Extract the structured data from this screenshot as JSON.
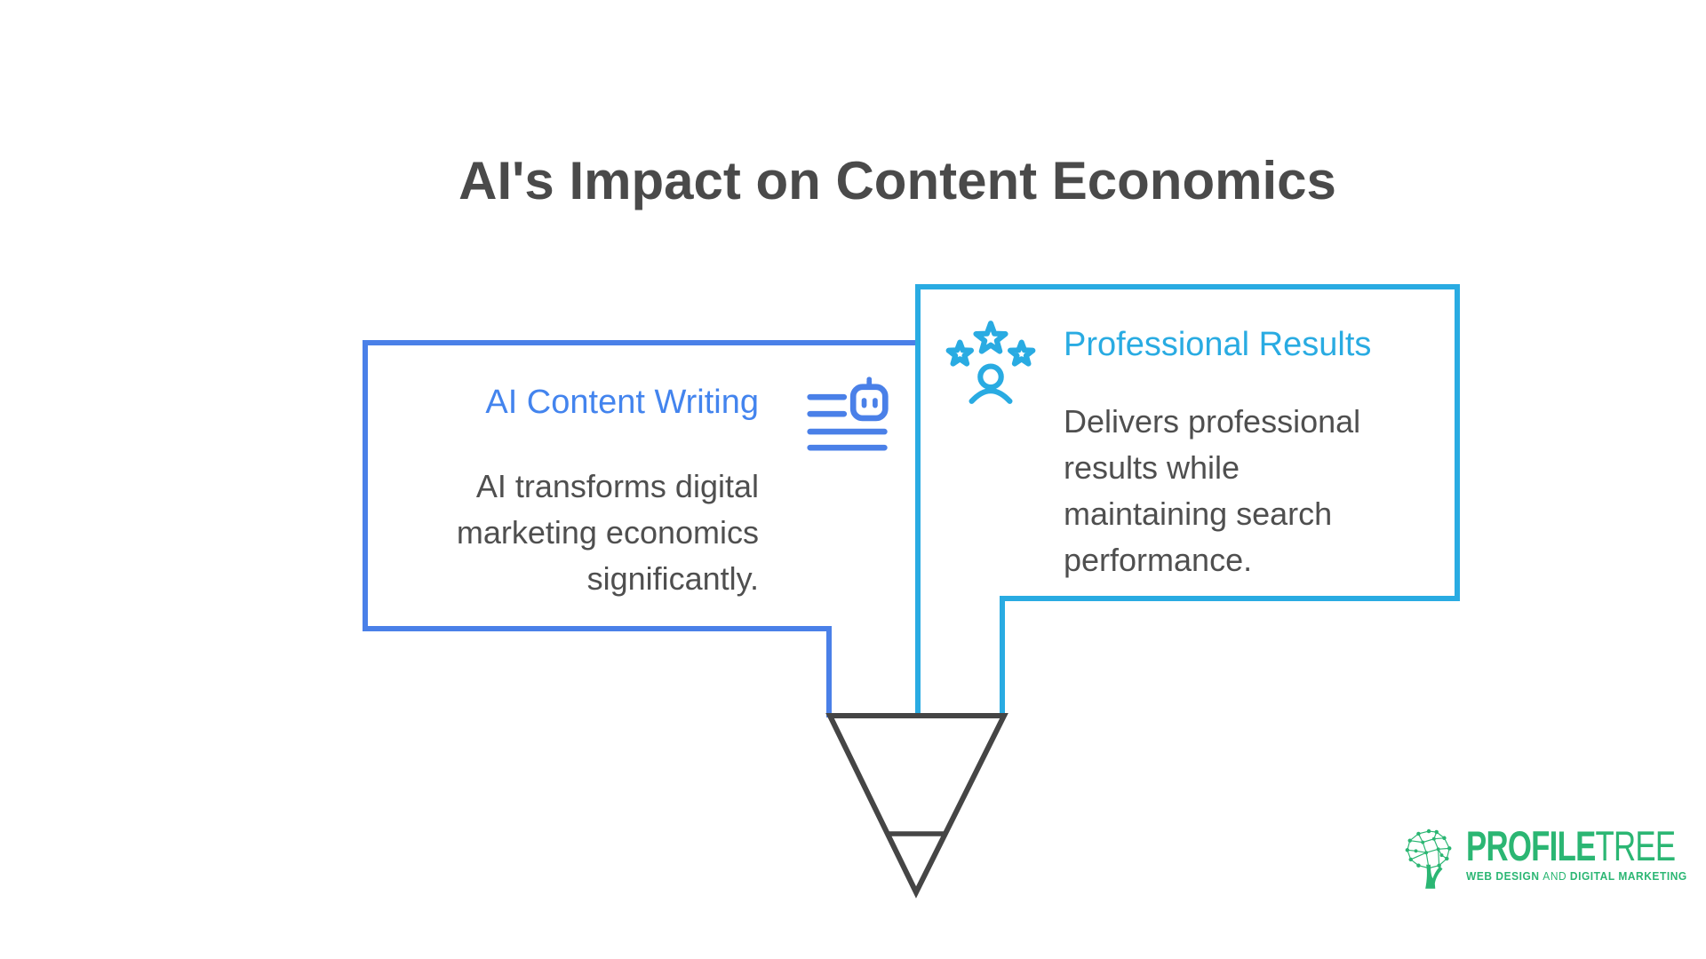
{
  "page": {
    "title": "AI's Impact on Content Economics",
    "background": "#ffffff"
  },
  "palette": {
    "title_text": "#4A4A4A",
    "body_text": "#4F4F4F",
    "blue_accent": "#4A80E8",
    "blue_title": "#4384EE",
    "cyan_accent": "#29ABE2",
    "funnel_stroke": "#454545",
    "brand_green": "#2BB673"
  },
  "cards": {
    "left": {
      "title": "AI Content Writing",
      "icon": "robot-writing-icon",
      "lines": [
        "AI transforms digital",
        "marketing economics",
        "significantly."
      ],
      "body": "AI transforms digital marketing economics significantly."
    },
    "right": {
      "title": "Professional Results",
      "icon": "stars-person-icon",
      "lines": [
        "Delivers professional",
        "results while",
        "maintaining search",
        "performance."
      ],
      "body": "Delivers professional results while maintaining search performance."
    }
  },
  "funnel": {
    "shape": "inverted-triangle-pencil-tip",
    "color": "#454545"
  },
  "logo": {
    "icon": "tree-network-icon",
    "brand_first": "PROFILE",
    "brand_second": "TREE",
    "tagline_left": "WEB DESIGN",
    "tagline_mid": "AND",
    "tagline_right": "DIGITAL MARKETING"
  }
}
